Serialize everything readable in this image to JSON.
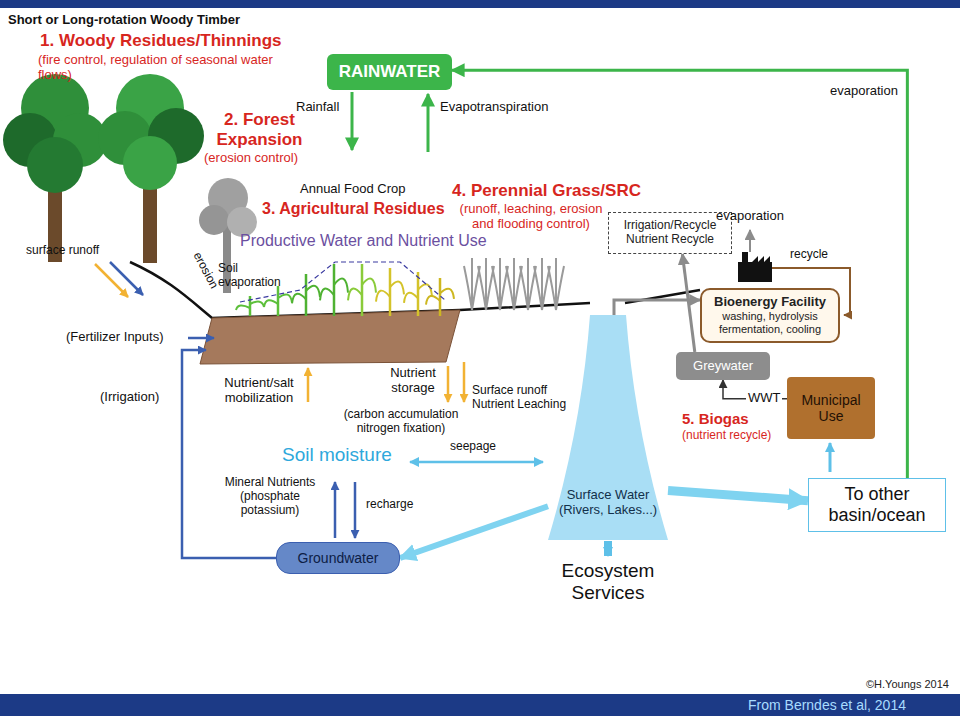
{
  "diagram": {
    "nodes": [
      {
        "text": [
          "RAINWATER"
        ]
      },
      {
        "text": [
          "Irrigation/Recycle Nutrient Recycle"
        ]
      },
      {
        "text": [
          "Bioenergy Facility",
          "washing, hydrolysis fermentation, cooling"
        ]
      },
      {
        "text": [
          "Greywater"
        ]
      },
      {
        "text": [
          "Municipal Use"
        ]
      },
      {
        "text": [
          "Surface Water (Rivers, Lakes...)"
        ]
      },
      {
        "text": [
          "Groundwater"
        ]
      },
      {
        "text": [
          "To other basin/ocean"
        ]
      }
    ],
    "edges": [
      {
        "from": 5,
        "to": 7,
        "arrow": "to"
      },
      {
        "from": 5,
        "to": 6,
        "arrow": "to"
      },
      {
        "from": 4,
        "to": 3,
        "label": "WWT",
        "arrow": "to"
      },
      {
        "from": 3,
        "to": 1,
        "arrow": "to"
      },
      {
        "from": 5,
        "to": 2,
        "arrow": "to"
      },
      {
        "from": 7,
        "to": 0,
        "label": "evaporation",
        "arrow": "to"
      }
    ],
    "labels": [
      "Short or Long-rotation Woody Timber",
      "1. Woody Residues/Thinnings",
      "(fire control, regulation of seasonal water flows)",
      "Rainfall",
      "Evapotranspiration",
      "2. Forest Expansion",
      "(erosion control)",
      "Annual Food Crop",
      "3. Agricultural Residues",
      "4. Perennial Grass/SRC",
      "(runoff, leaching, erosion and flooding control)",
      "Productive Water and Nutrient Use",
      "surface runoff",
      "erosion",
      "Soil evaporation",
      "(Fertilizer Inputs)",
      "(Irrigation)",
      "Nutrient/salt mobilization",
      "Nutrient storage",
      "(carbon accumulation nitrogen fixation)",
      "Surface runoff Nutrient Leaching",
      "Soil moisture",
      "seepage",
      "Mineral Nutrients (phosphate potassium)",
      "recharge",
      "evaporation",
      "recycle",
      "5. Biogas",
      "(nutrient recycle)",
      "Ecosystem Services",
      "©H.Youngs 2014",
      "From Berndes et al, 2014"
    ]
  }
}
